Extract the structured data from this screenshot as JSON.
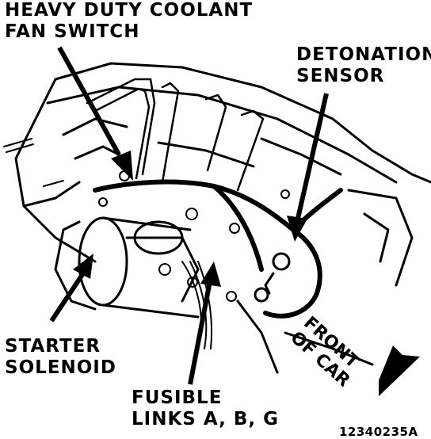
{
  "labels": {
    "coolant_fan_switch": [
      "HEAVY DUTY COOLANT",
      "FAN SWITCH"
    ],
    "detonation_sensor": [
      "DETONATION",
      "SENSOR"
    ],
    "starter_solenoid": [
      "STARTER",
      "SOLENOID"
    ],
    "fusible_links": [
      "FUSIBLE",
      "LINKS A, B, G"
    ],
    "front_of_car": [
      "FRONT",
      "OF CAR"
    ]
  },
  "figure_number": "12340235A",
  "colors": {
    "ink": "#000000",
    "paper": "#ffffff"
  }
}
